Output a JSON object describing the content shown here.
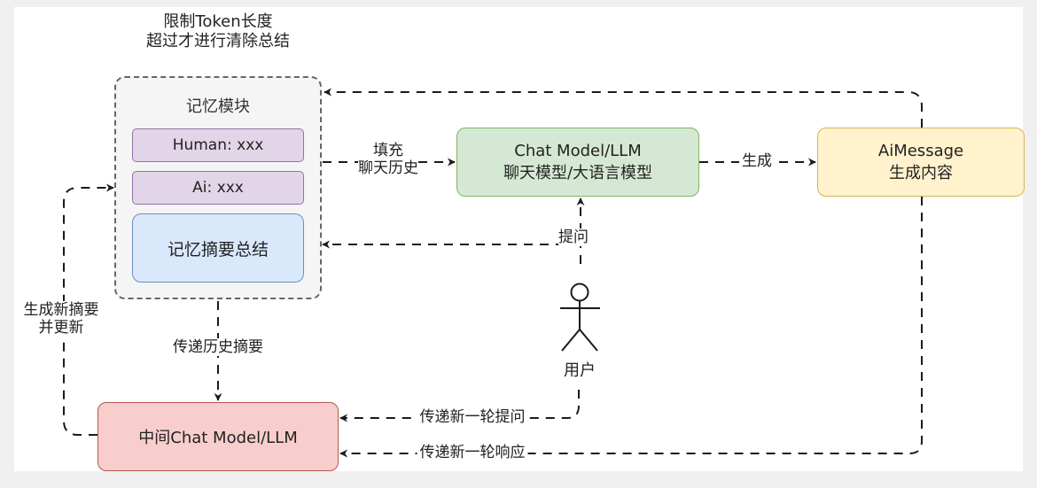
{
  "note": {
    "line1": "限制Token长度",
    "line2": "超过才进行清除总结"
  },
  "memory_module": {
    "title": "记忆模块",
    "human_item": "Human: xxx",
    "ai_item": "Ai: xxx",
    "summary": "记忆摘要总结"
  },
  "chat_model": {
    "line1": "Chat Model/LLM",
    "line2": "聊天模型/大语言模型"
  },
  "ai_message": {
    "line1": "AiMessage",
    "line2": "生成内容"
  },
  "middle_model": {
    "label": "中间Chat Model/LLM"
  },
  "user": {
    "label": "用户"
  },
  "edges": {
    "fill_history_1": "填充",
    "fill_history_2": "聊天历史",
    "generate": "生成",
    "ask": "提问",
    "pass_history_summary": "传递历史摘要",
    "new_summary_1": "生成新摘要",
    "new_summary_2": "并更新",
    "pass_new_question": "传递新一轮提问",
    "pass_new_response": "传递新一轮响应"
  },
  "colors": {
    "memory_bg": "#f5f5f5",
    "item_fill": "#e1d5e7",
    "item_stroke": "#9673a6",
    "summary_fill": "#dae8fc",
    "summary_stroke": "#6c8ebf",
    "chat_fill": "#d5e8d4",
    "chat_stroke": "#82b366",
    "aimsg_fill": "#fff2cc",
    "aimsg_stroke": "#d6b656",
    "middle_fill": "#f8cecc",
    "middle_stroke": "#b85450"
  }
}
